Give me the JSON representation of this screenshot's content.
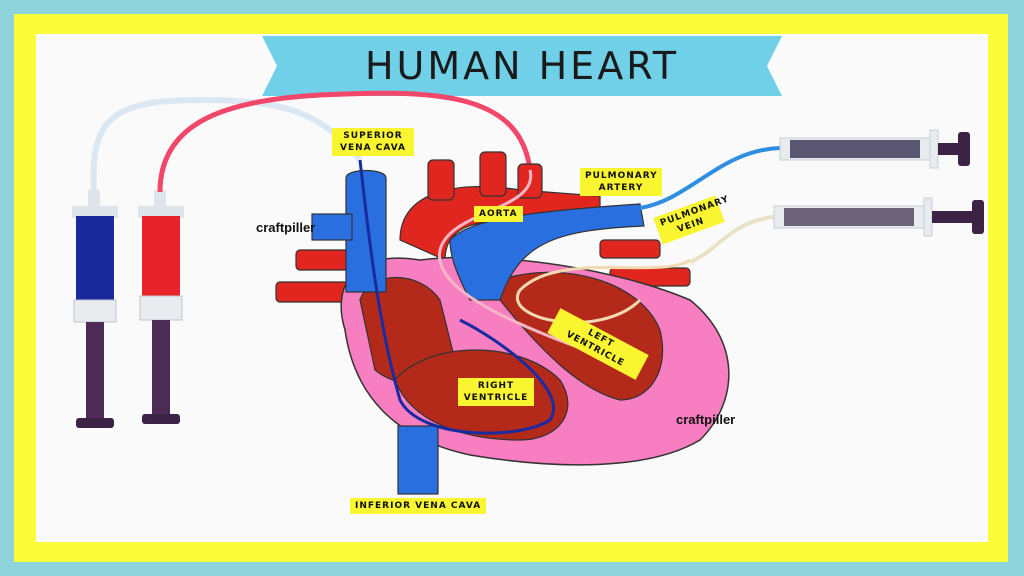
{
  "title": "HUMAN HEART",
  "labels": {
    "superior_vena_cava": "SUPERIOR VENA CAVA",
    "aorta": "AORTA",
    "pulmonary_artery": "PULMONARY ARTERY",
    "pulmonary_vein": "PULMONARY VEIN",
    "left_ventricle": "LEFT VENTRICLE",
    "right_ventricle": "RIGHT VENTRICLE",
    "inferior_vena_cava": "INFERIOR VENA CAVA"
  },
  "watermarks": [
    "craftpiller",
    "craftpiller"
  ],
  "colors": {
    "board": "#fbfc3a",
    "banner": "#6fd0e8",
    "heart_pink": "#f77ec0",
    "heart_red": "#e0261e",
    "heart_dark": "#b32a1b",
    "vein_blue": "#2a6fe0",
    "blood_red": "#e8222a",
    "blood_blue": "#1a2a9c",
    "plunger": "#4c2c57"
  }
}
